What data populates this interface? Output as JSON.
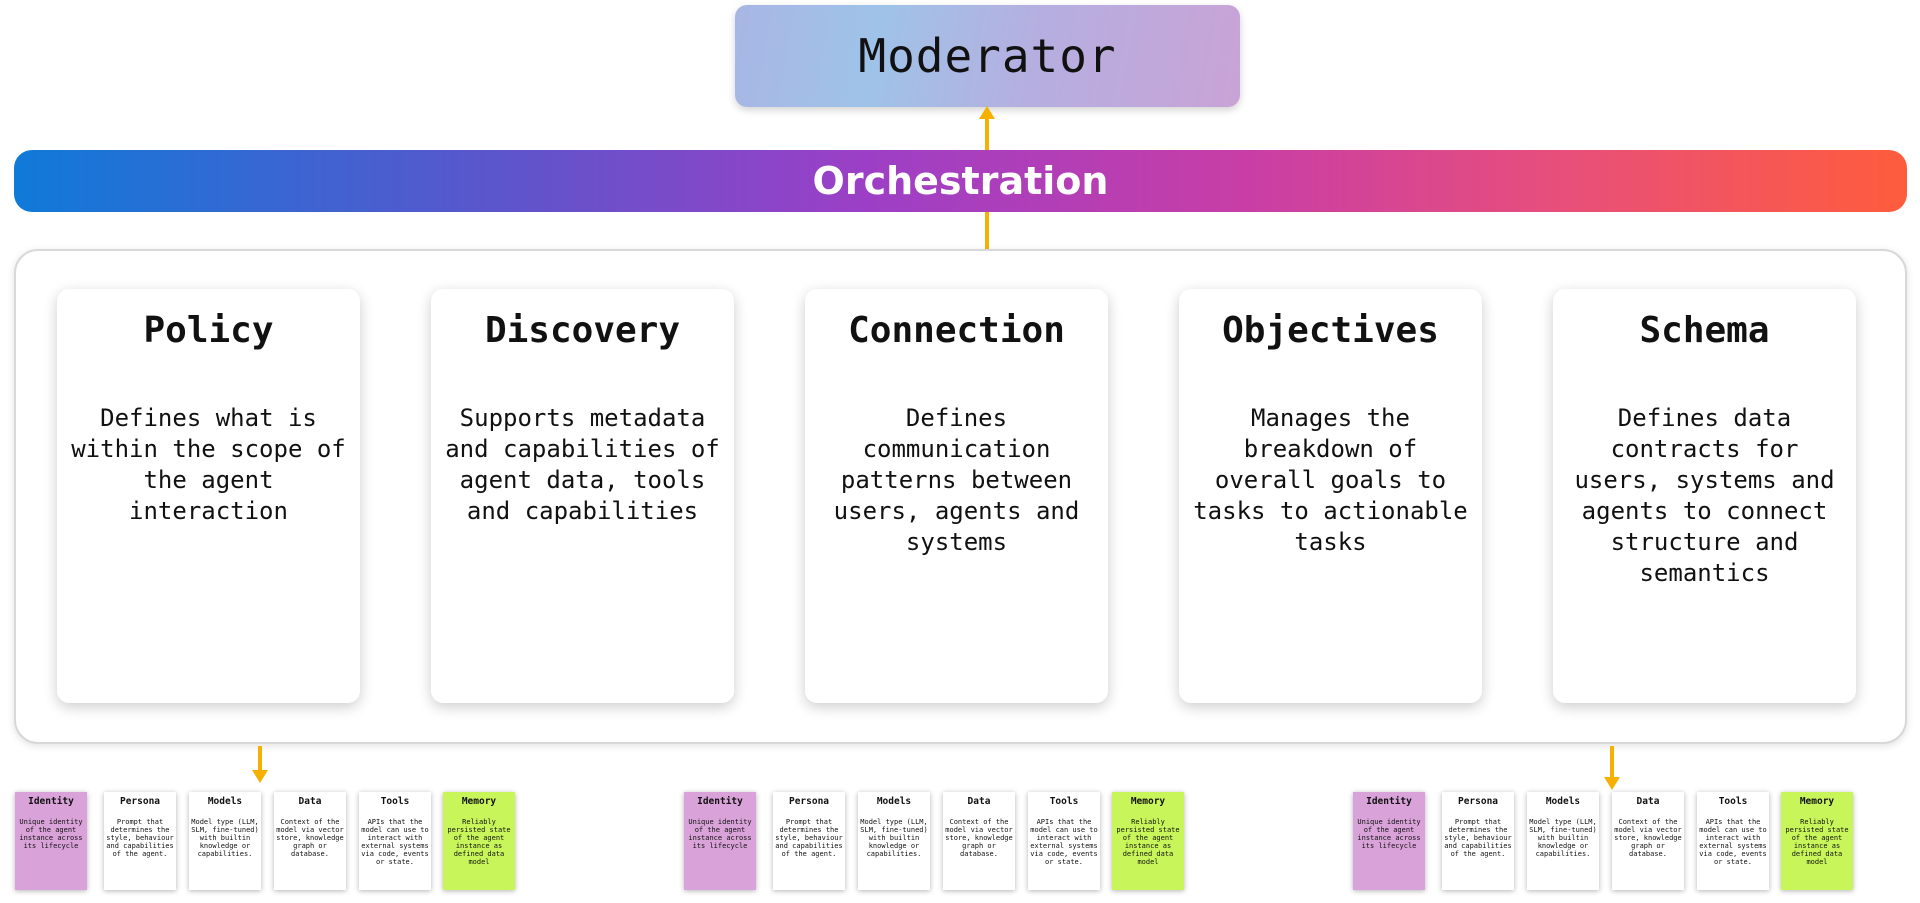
{
  "moderator": {
    "label": "Moderator"
  },
  "orchestration": {
    "label": "Orchestration"
  },
  "cards": [
    {
      "title": "Policy",
      "description": "Defines what is within the scope of the agent interaction"
    },
    {
      "title": "Discovery",
      "description": "Supports metadata and capabilities of agent data, tools and capabilities"
    },
    {
      "title": "Connection",
      "description": "Defines communication patterns between users, agents and systems"
    },
    {
      "title": "Objectives",
      "description": "Manages the breakdown of overall goals to tasks to actionable tasks"
    },
    {
      "title": "Schema",
      "description": "Defines data contracts for users, systems and agents to connect structure and semantics"
    }
  ],
  "agent_groups": [
    {
      "items": [
        {
          "title": "Identity",
          "description": "Unique identity of the agent instance across its lifecycle"
        },
        {
          "title": "Persona",
          "description": "Prompt that determines the style, behaviour and capabilities of the agent."
        },
        {
          "title": "Models",
          "description": "Model type (LLM, SLM, fine-tuned) with builtin knowledge or capabilities."
        },
        {
          "title": "Data",
          "description": "Context of the model via vector store, knowledge graph or database."
        },
        {
          "title": "Tools",
          "description": "APIs that the model can use to interact with external systems via code, events or state."
        },
        {
          "title": "Memory",
          "description": "Reliably persisted state of the agent instance as defined data model"
        }
      ]
    },
    {
      "items": [
        {
          "title": "Identity",
          "description": "Unique identity of the agent instance across its lifecycle"
        },
        {
          "title": "Persona",
          "description": "Prompt that determines the style, behaviour and capabilities of the agent."
        },
        {
          "title": "Models",
          "description": "Model type (LLM, SLM, fine-tuned) with builtin knowledge or capabilities."
        },
        {
          "title": "Data",
          "description": "Context of the model via vector store, knowledge graph or database."
        },
        {
          "title": "Tools",
          "description": "APIs that the model can use to interact with external systems via code, events or state."
        },
        {
          "title": "Memory",
          "description": "Reliably persisted state of the agent instance as defined data model"
        }
      ]
    },
    {
      "items": [
        {
          "title": "Identity",
          "description": "Unique identity of the agent instance across its lifecycle"
        },
        {
          "title": "Persona",
          "description": "Prompt that determines the style, behaviour and capabilities of the agent."
        },
        {
          "title": "Models",
          "description": "Model type (LLM, SLM, fine-tuned) with builtin knowledge or capabilities."
        },
        {
          "title": "Data",
          "description": "Context of the model via vector store, knowledge graph or database."
        },
        {
          "title": "Tools",
          "description": "APIs that the model can use to interact with external systems via code, events or state."
        },
        {
          "title": "Memory",
          "description": "Reliably persisted state of the agent instance as defined data model"
        }
      ]
    }
  ],
  "colors": {
    "arrow": "#f5b000",
    "identity": "#d9a2d8",
    "memory": "#c8f65a",
    "orchestration_start": "#0f7ad9",
    "orchestration_end": "#ff5c3c"
  }
}
